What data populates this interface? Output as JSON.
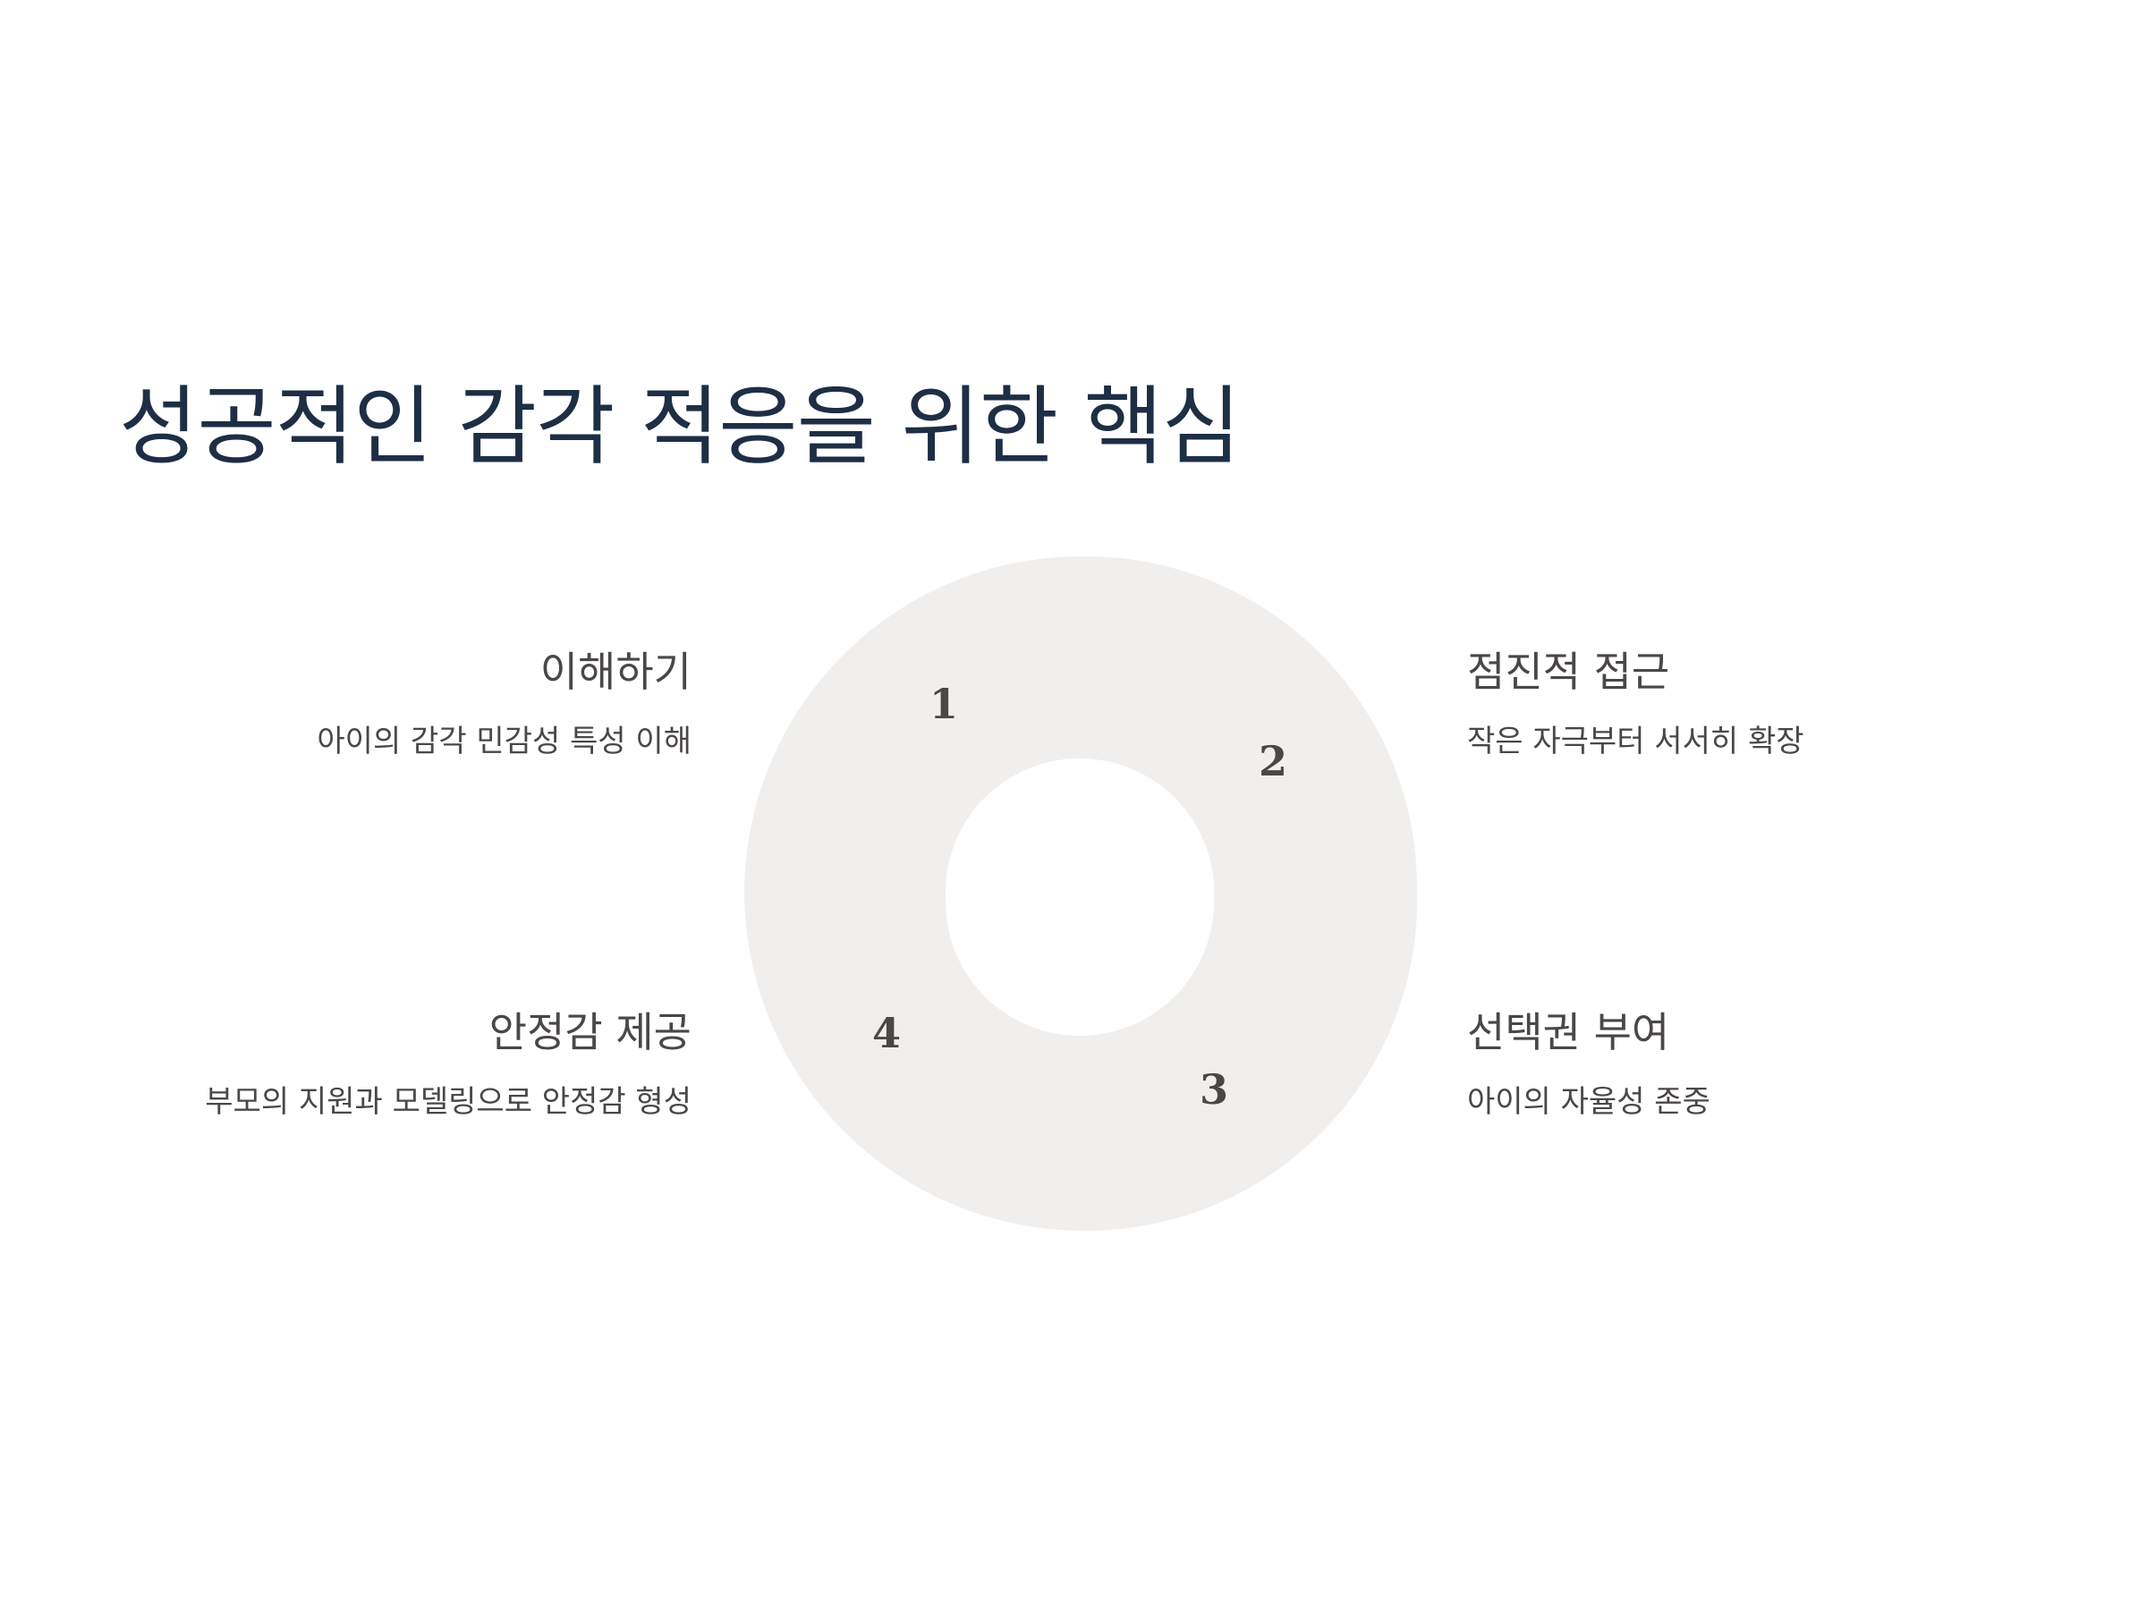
{
  "title": "성공적인 감각 적응을 위한 핵심",
  "colors": {
    "title": "#1e2e45",
    "text": "#4a4746",
    "segment_fill": "#f1efed",
    "background": "#ffffff"
  },
  "cycle": {
    "segments": [
      {
        "number": "1"
      },
      {
        "number": "2"
      },
      {
        "number": "3"
      },
      {
        "number": "4"
      }
    ]
  },
  "items": [
    {
      "title": "이해하기",
      "description": "아이의 감각 민감성 특성 이해"
    },
    {
      "title": "점진적 접근",
      "description": "작은 자극부터 서서히 확장"
    },
    {
      "title": "선택권 부여",
      "description": "아이의 자율성 존중"
    },
    {
      "title": "안정감 제공",
      "description": "부모의 지원과 모델링으로 안정감 형성"
    }
  ]
}
